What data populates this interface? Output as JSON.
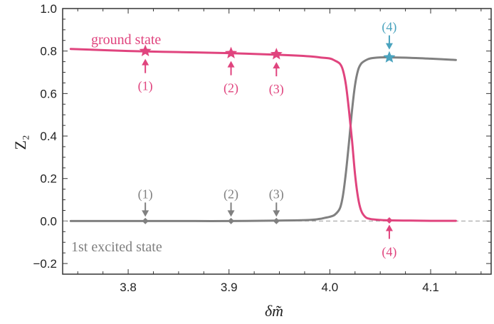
{
  "chart_data": {
    "type": "line",
    "title": "",
    "xlabel": "δm̃",
    "ylabel": "Z₂",
    "xlim": [
      3.735,
      4.16
    ],
    "ylim": [
      -0.25,
      1.0
    ],
    "x_ticks": [
      3.8,
      3.9,
      4.0,
      4.1
    ],
    "x_tick_labels": [
      "3.8",
      "3.9",
      "4.0",
      "4.1"
    ],
    "y_ticks": [
      -0.2,
      0.0,
      0.2,
      0.4,
      0.6,
      0.8,
      1.0
    ],
    "y_tick_labels": [
      "−0.2",
      "0.0",
      "0.2",
      "0.4",
      "0.6",
      "0.8",
      "1.0"
    ],
    "grid": false,
    "reference_line": {
      "y": 0.0,
      "style": "dashed"
    },
    "colors": {
      "ground": "#e0447e",
      "excited": "#808080",
      "highlight": "#4aa3be"
    },
    "series": [
      {
        "name": "ground state",
        "color": "#e0447e",
        "x": [
          3.743,
          3.8,
          3.85,
          3.9,
          3.95,
          3.98,
          3.99,
          4.0,
          4.005,
          4.01,
          4.013,
          4.016,
          4.019,
          4.022,
          4.025,
          4.028,
          4.031,
          4.035,
          4.04,
          4.05,
          4.06,
          4.08,
          4.1,
          4.125
        ],
        "y": [
          0.81,
          0.8,
          0.795,
          0.79,
          0.782,
          0.775,
          0.77,
          0.765,
          0.755,
          0.74,
          0.71,
          0.64,
          0.52,
          0.38,
          0.22,
          0.11,
          0.05,
          0.02,
          0.01,
          0.005,
          0.003,
          0.002,
          0.001,
          0.001
        ]
      },
      {
        "name": "1st excited state",
        "color": "#808080",
        "x": [
          3.743,
          3.8,
          3.85,
          3.9,
          3.95,
          3.98,
          3.99,
          3.995,
          4.0,
          4.005,
          4.01,
          4.013,
          4.016,
          4.019,
          4.022,
          4.025,
          4.028,
          4.031,
          4.035,
          4.04,
          4.05,
          4.06,
          4.08,
          4.1,
          4.125
        ],
        "y": [
          0.0,
          0.0,
          0.0,
          0.0,
          0.002,
          0.005,
          0.01,
          0.015,
          0.02,
          0.03,
          0.06,
          0.12,
          0.23,
          0.37,
          0.52,
          0.64,
          0.71,
          0.74,
          0.755,
          0.765,
          0.77,
          0.77,
          0.768,
          0.764,
          0.758
        ]
      }
    ],
    "markers": [
      {
        "series": "ground state",
        "x": 3.817,
        "y": 0.8,
        "shape": "star",
        "label": "(1)",
        "arrow": "below"
      },
      {
        "series": "ground state",
        "x": 3.902,
        "y": 0.79,
        "shape": "star",
        "label": "(2)",
        "arrow": "below"
      },
      {
        "series": "ground state",
        "x": 3.947,
        "y": 0.785,
        "shape": "star",
        "label": "(3)",
        "arrow": "below"
      },
      {
        "series": "1st excited state",
        "x": 4.059,
        "y": 0.77,
        "shape": "star",
        "label": "(4)",
        "arrow": "above",
        "color": "#4aa3be"
      },
      {
        "series": "1st excited state",
        "x": 3.817,
        "y": 0.0,
        "shape": "diamond",
        "label": "(1)",
        "arrow": "above"
      },
      {
        "series": "1st excited state",
        "x": 3.902,
        "y": 0.0,
        "shape": "diamond",
        "label": "(2)",
        "arrow": "above"
      },
      {
        "series": "1st excited state",
        "x": 3.947,
        "y": 0.0,
        "shape": "diamond",
        "label": "(3)",
        "arrow": "above"
      },
      {
        "series": "ground state",
        "x": 4.059,
        "y": 0.003,
        "shape": "diamond",
        "label": "(4)",
        "arrow": "below"
      }
    ]
  }
}
